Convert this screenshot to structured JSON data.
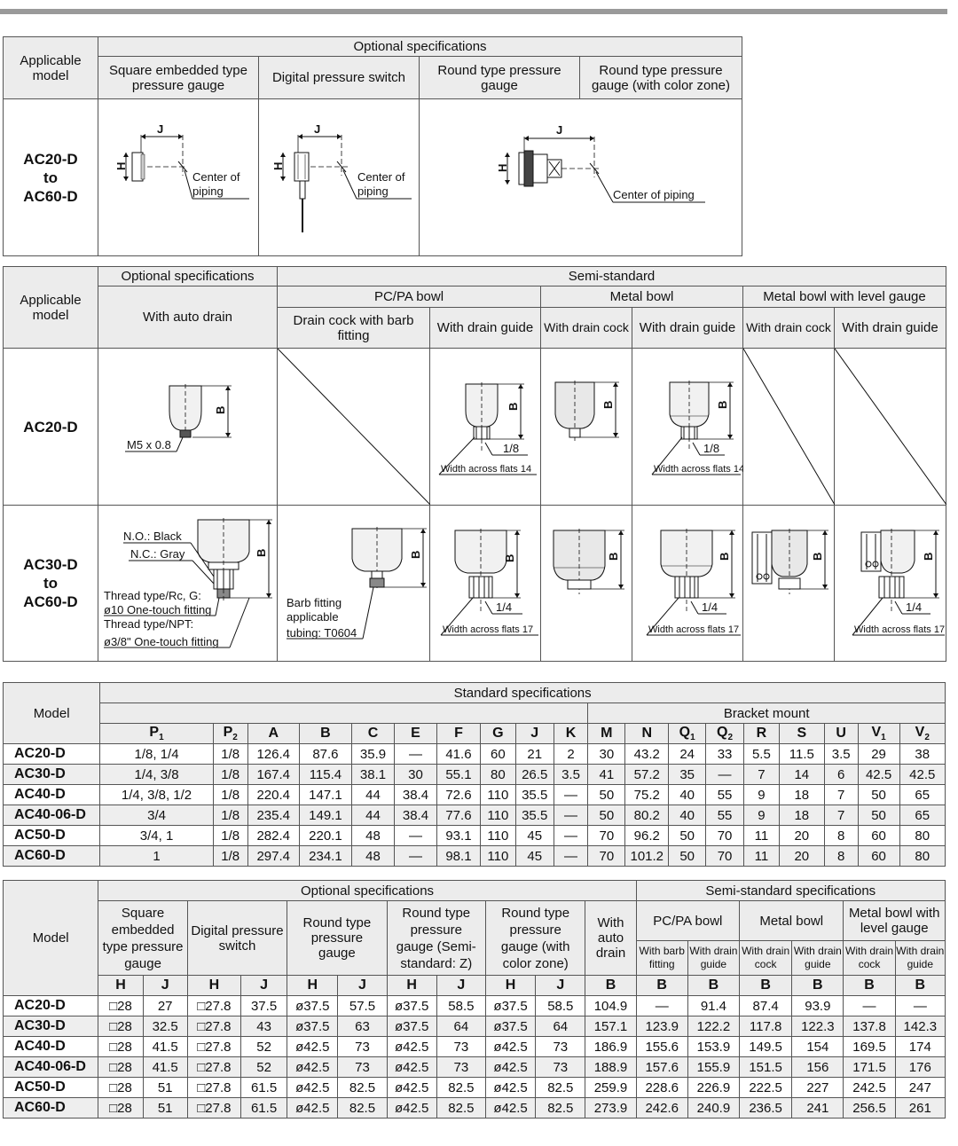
{
  "table1": {
    "applicable_model": "Applicable\nmodel",
    "optional_specs": "Optional specifications",
    "columns": [
      "Square embedded type\npressure gauge",
      "Digital pressure switch",
      "Round type pressure\ngauge",
      "Round type pressure\ngauge (with color zone)"
    ],
    "model": "AC20-D\nto\nAC60-D",
    "center_of_piping": "Center of\npiping",
    "center_of_piping_round": "Center of piping",
    "dim_h": "H",
    "dim_j": "J"
  },
  "table2": {
    "applicable_model": "Applicable\nmodel",
    "optional_specs": "Optional specifications",
    "semi_standard": "Semi-standard",
    "with_auto_drain": "With auto drain",
    "groups": [
      "PC/PA bowl",
      "Metal bowl",
      "Metal bowl with level gauge"
    ],
    "subcols": [
      "Drain cock with barb\nfitting",
      "With drain guide",
      "With drain cock",
      "With drain guide",
      "With drain cock",
      "With drain guide"
    ],
    "models": [
      "AC20-D",
      "AC30-D\nto\nAC60-D"
    ],
    "dim_b": "B",
    "m5": "M5 x 0.8",
    "eighth": "1/8",
    "quarter": "1/4",
    "wf14": "Width across flats 14",
    "wf17": "Width across flats 17",
    "no_black": "N.O.: Black",
    "nc_gray": "N.C.: Gray",
    "thread_lines": [
      "Thread type/Rc, G:",
      "ø10 One-touch fitting",
      "Thread type/NPT:",
      "ø3/8\" One-touch fitting"
    ],
    "barb_lines": [
      "Barb fitting",
      "applicable",
      "tubing: T0604"
    ]
  },
  "table3": {
    "model_label": "Model",
    "standard_specs": "Standard specifications",
    "bracket_mount": "Bracket mount",
    "letters": [
      "P1",
      "P2",
      "A",
      "B",
      "C",
      "E",
      "F",
      "G",
      "J",
      "K",
      "M",
      "N",
      "Q1",
      "Q2",
      "R",
      "S",
      "U",
      "V1",
      "V2"
    ],
    "rows": [
      [
        "AC20-D",
        "1/8, 1/4",
        "1/8",
        "126.4",
        "87.6",
        "35.9",
        "—",
        "41.6",
        "60",
        "21",
        "2",
        "30",
        "43.2",
        "24",
        "33",
        "5.5",
        "11.5",
        "3.5",
        "29",
        "38"
      ],
      [
        "AC30-D",
        "1/4, 3/8",
        "1/8",
        "167.4",
        "115.4",
        "38.1",
        "30",
        "55.1",
        "80",
        "26.5",
        "3.5",
        "41",
        "57.2",
        "35",
        "—",
        "7",
        "14",
        "6",
        "42.5",
        "42.5"
      ],
      [
        "AC40-D",
        "1/4, 3/8, 1/2",
        "1/8",
        "220.4",
        "147.1",
        "44",
        "38.4",
        "72.6",
        "110",
        "35.5",
        "—",
        "50",
        "75.2",
        "40",
        "55",
        "9",
        "18",
        "7",
        "50",
        "65"
      ],
      [
        "AC40-06-D",
        "3/4",
        "1/8",
        "235.4",
        "149.1",
        "44",
        "38.4",
        "77.6",
        "110",
        "35.5",
        "—",
        "50",
        "80.2",
        "40",
        "55",
        "9",
        "18",
        "7",
        "50",
        "65"
      ],
      [
        "AC50-D",
        "3/4, 1",
        "1/8",
        "282.4",
        "220.1",
        "48",
        "—",
        "93.1",
        "110",
        "45",
        "—",
        "70",
        "96.2",
        "50",
        "70",
        "11",
        "20",
        "8",
        "60",
        "80"
      ],
      [
        "AC60-D",
        "1",
        "1/8",
        "297.4",
        "234.1",
        "48",
        "—",
        "98.1",
        "110",
        "45",
        "—",
        "70",
        "101.2",
        "50",
        "70",
        "11",
        "20",
        "8",
        "60",
        "80"
      ]
    ]
  },
  "table4": {
    "model_label": "Model",
    "optional_specs": "Optional specifications",
    "semi_standard_specs": "Semi-standard specifications",
    "opt_cols": [
      "Square\nembedded\ntype pressure\ngauge",
      "Digital pressure\nswitch",
      "Round type\npressure\ngauge",
      "Round type\npressure\ngauge (Semi-\nstandard: Z)",
      "Round type\npressure\ngauge (with\ncolor zone)",
      "With\nauto\ndrain"
    ],
    "semi_groups": [
      "PC/PA bowl",
      "Metal bowl",
      "Metal bowl with\nlevel gauge"
    ],
    "semi_sub": [
      "With barb\nfitting",
      "With drain\nguide",
      "With drain\ncock",
      "With drain\nguide",
      "With drain\ncock",
      "With drain\nguide"
    ],
    "letters": [
      "H",
      "J",
      "H",
      "J",
      "H",
      "J",
      "H",
      "J",
      "H",
      "J",
      "B",
      "B",
      "B",
      "B",
      "B",
      "B",
      "B"
    ],
    "rows": [
      [
        "AC20-D",
        "□28",
        "27",
        "□27.8",
        "37.5",
        "ø37.5",
        "57.5",
        "ø37.5",
        "58.5",
        "ø37.5",
        "58.5",
        "104.9",
        "—",
        "91.4",
        "87.4",
        "93.9",
        "—",
        "—"
      ],
      [
        "AC30-D",
        "□28",
        "32.5",
        "□27.8",
        "43",
        "ø37.5",
        "63",
        "ø37.5",
        "64",
        "ø37.5",
        "64",
        "157.1",
        "123.9",
        "122.2",
        "117.8",
        "122.3",
        "137.8",
        "142.3"
      ],
      [
        "AC40-D",
        "□28",
        "41.5",
        "□27.8",
        "52",
        "ø42.5",
        "73",
        "ø42.5",
        "73",
        "ø42.5",
        "73",
        "186.9",
        "155.6",
        "153.9",
        "149.5",
        "154",
        "169.5",
        "174"
      ],
      [
        "AC40-06-D",
        "□28",
        "41.5",
        "□27.8",
        "52",
        "ø42.5",
        "73",
        "ø42.5",
        "73",
        "ø42.5",
        "73",
        "188.9",
        "157.6",
        "155.9",
        "151.5",
        "156",
        "171.5",
        "176"
      ],
      [
        "AC50-D",
        "□28",
        "51",
        "□27.8",
        "61.5",
        "ø42.5",
        "82.5",
        "ø42.5",
        "82.5",
        "ø42.5",
        "82.5",
        "259.9",
        "228.6",
        "226.9",
        "222.5",
        "227",
        "242.5",
        "247"
      ],
      [
        "AC60-D",
        "□28",
        "51",
        "□27.8",
        "61.5",
        "ø42.5",
        "82.5",
        "ø42.5",
        "82.5",
        "ø42.5",
        "82.5",
        "273.9",
        "242.6",
        "240.9",
        "236.5",
        "241",
        "256.5",
        "261"
      ]
    ]
  }
}
